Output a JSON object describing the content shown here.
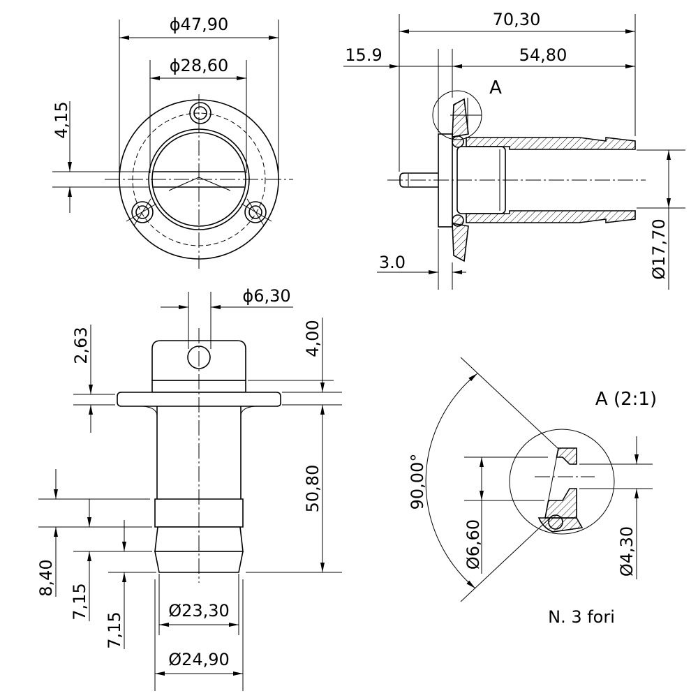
{
  "colors": {
    "line": "#000000",
    "background": "#ffffff"
  },
  "front_view": {
    "outer_diameter": "ϕ47,90",
    "inner_diameter": "ϕ28,60",
    "slot_width": "4,15"
  },
  "section_view": {
    "overall_length": "70,30",
    "pin_length": "15.9",
    "body_length": "54,80",
    "detail_marker": "A",
    "flange_thickness": "3.0",
    "bore_diameter": "Ø17,70"
  },
  "side_view": {
    "hole_diameter": "ϕ6,30",
    "flange_edge": "2,63",
    "flange_height": "4,00",
    "tube_length": "50,80",
    "barb_1": "8,40",
    "barb_2": "7,15",
    "barb_3": "7,15",
    "tip_diameter": "Ø23,30",
    "barb_diameter": "Ø24,90"
  },
  "detail_view": {
    "title": "A (2:1)",
    "countersink_angle": "90,00°",
    "countersink_diameter": "Ø6,60",
    "hole_diameter": "Ø4,30",
    "note": "N. 3 fori"
  }
}
